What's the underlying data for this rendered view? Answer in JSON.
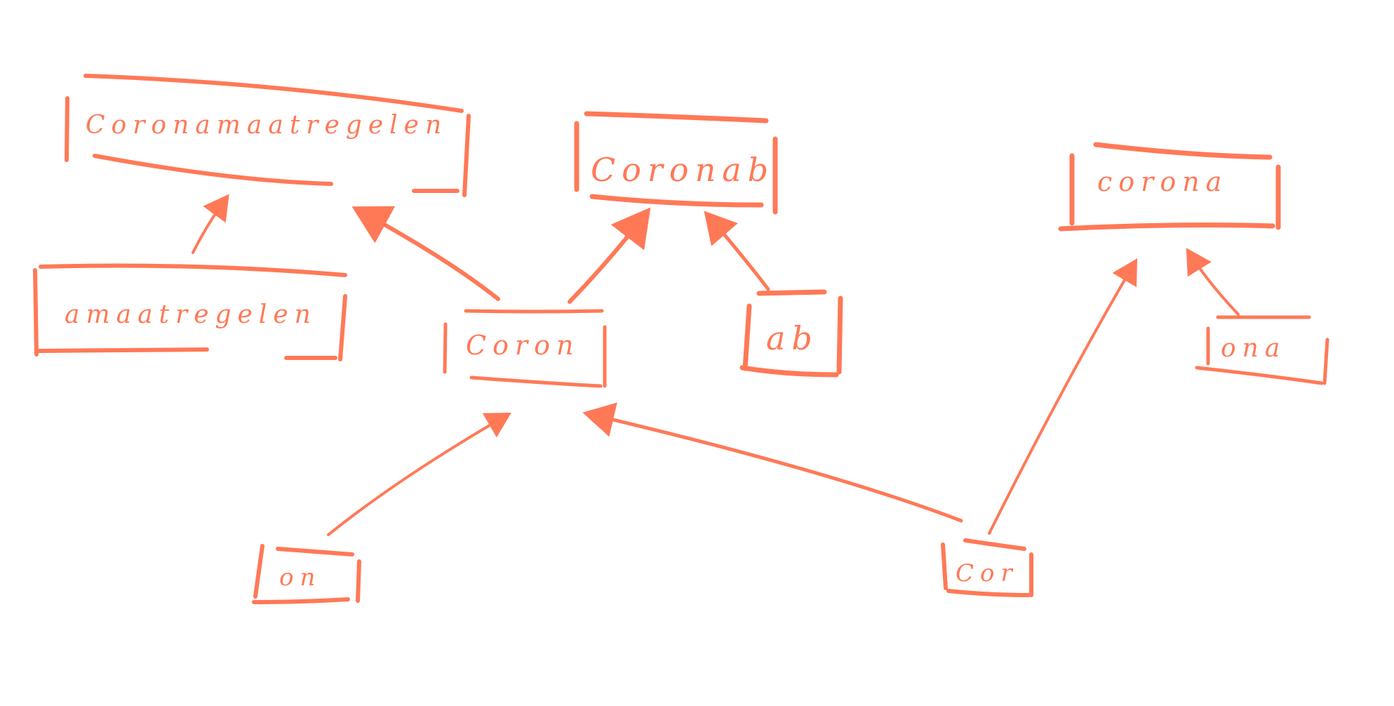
{
  "diagram": {
    "stroke_color": "#ff7957",
    "background": "#ffffff",
    "nodes": [
      {
        "id": "coronamaatregelen",
        "label": "Coronamaatregelen"
      },
      {
        "id": "amaatregelen",
        "label": "amaatregelen"
      },
      {
        "id": "coronab",
        "label": "Coronab"
      },
      {
        "id": "coron",
        "label": "Coron"
      },
      {
        "id": "ab",
        "label": "ab"
      },
      {
        "id": "corona",
        "label": "corona"
      },
      {
        "id": "ona",
        "label": "ona"
      },
      {
        "id": "on",
        "label": "on"
      },
      {
        "id": "cor",
        "label": "Cor"
      }
    ],
    "edges": [
      {
        "from": "amaatregelen",
        "to": "coronamaatregelen"
      },
      {
        "from": "coron",
        "to": "coronamaatregelen"
      },
      {
        "from": "coron",
        "to": "coronab"
      },
      {
        "from": "ab",
        "to": "coronab"
      },
      {
        "from": "on",
        "to": "coron"
      },
      {
        "from": "cor",
        "to": "coron"
      },
      {
        "from": "cor",
        "to": "corona"
      },
      {
        "from": "ona",
        "to": "corona"
      }
    ]
  }
}
